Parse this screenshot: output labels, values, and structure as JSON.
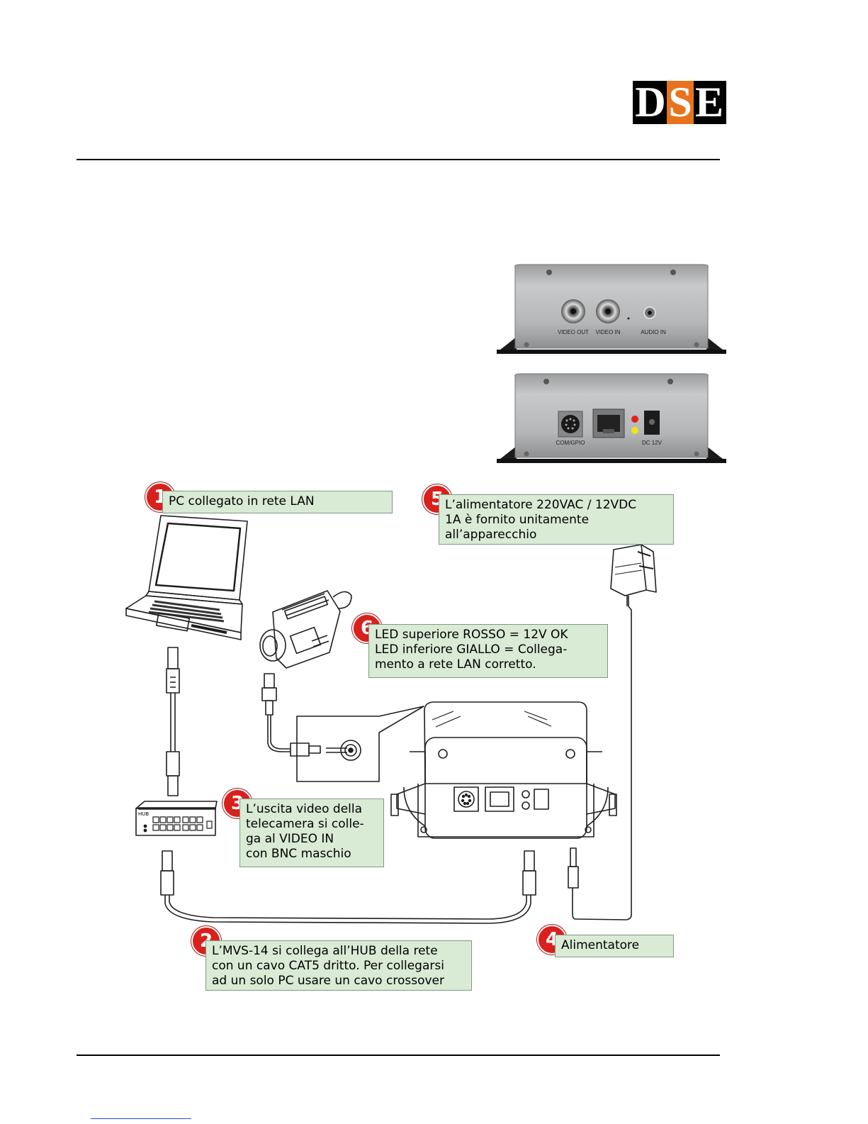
{
  "logo": {
    "letters": [
      "D",
      "S",
      "E"
    ],
    "colors": {
      "background": "#000000",
      "accent": "#e8731e",
      "text": "#ffffff"
    }
  },
  "photos": {
    "front": {
      "labels": [
        "VIDEO OUT",
        "VIDEO IN",
        "AUDIO IN"
      ]
    },
    "back": {
      "labels": [
        "COM/GPIO",
        "DC 12V"
      ]
    }
  },
  "diagram": {
    "hub_label": "HUB",
    "callouts": [
      {
        "number": "1",
        "lines": [
          "PC collegato in rete LAN"
        ]
      },
      {
        "number": "2",
        "lines": [
          "L’MVS-14 si collega all’HUB della rete",
          "con un cavo CAT5 dritto. Per collegarsi",
          "ad un solo PC usare un cavo crossover"
        ]
      },
      {
        "number": "3",
        "lines": [
          "L’uscita video della",
          "telecamera si colle-",
          "ga al VIDEO IN",
          "con BNC maschio"
        ]
      },
      {
        "number": "4",
        "lines": [
          "Alimentatore"
        ]
      },
      {
        "number": "5",
        "lines": [
          "L’alimentatore 220VAC / 12VDC",
          "1A è fornito unitamente",
          "all’apparecchio"
        ]
      },
      {
        "number": "6",
        "lines": [
          "LED superiore ROSSO = 12V OK",
          "LED inferiore GIALLO = Collega-",
          "mento a rete LAN corretto."
        ]
      }
    ],
    "led_colors": {
      "red": "#e32119",
      "yellow": "#f1e21a"
    }
  },
  "colors": {
    "callout_bg": "#d9ead5",
    "callout_border": "#7e9a84",
    "badge": "#d9201c"
  }
}
